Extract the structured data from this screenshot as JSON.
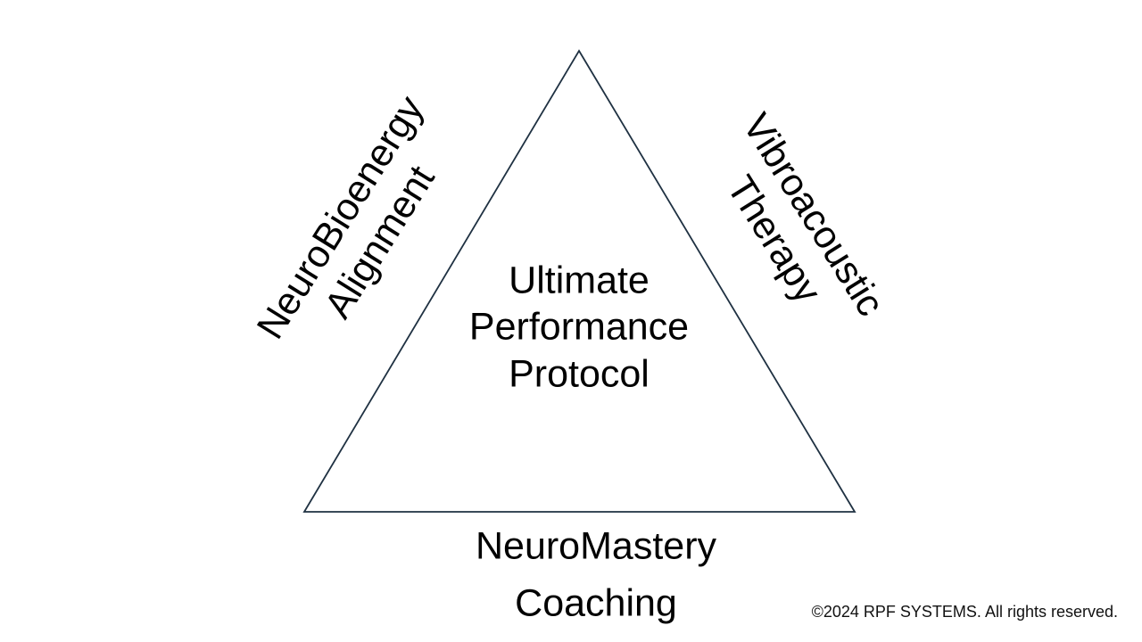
{
  "colors": {
    "triangle_stroke": "#1f3142",
    "text": "#000000",
    "background": "#ffffff"
  },
  "center": {
    "line1": "Ultimate",
    "line2": "Performance",
    "line3": "Protocol"
  },
  "left_side": {
    "line1": "NeuroBioenergy",
    "line2": "Alignment"
  },
  "right_side": {
    "line1": "Vibroacoustic",
    "line2": "Therapy"
  },
  "bottom_side": {
    "line1": "NeuroMastery",
    "line2": "Coaching"
  },
  "footer": {
    "copyright": "©2024 RPF SYSTEMS. All rights reserved."
  }
}
